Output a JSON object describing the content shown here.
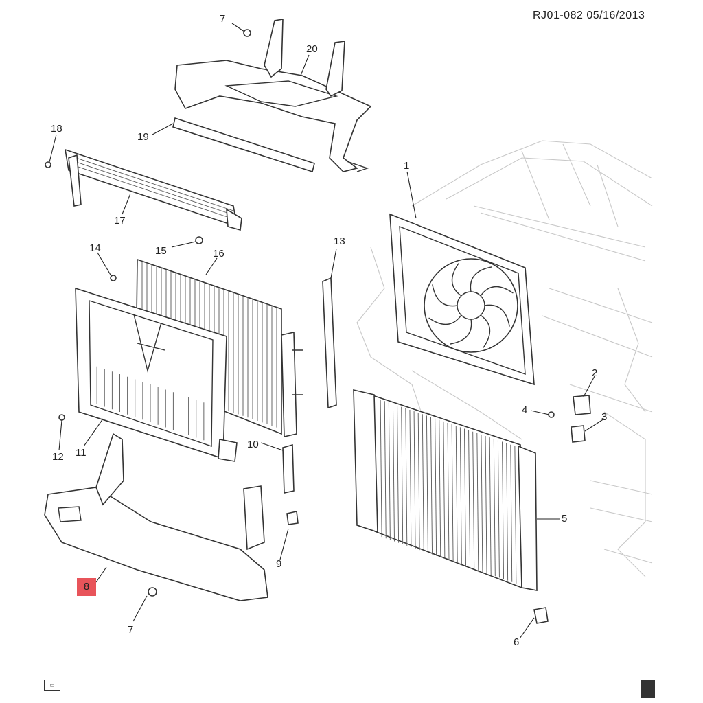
{
  "header": {
    "reference": "RJ01-082 05/16/2013"
  },
  "callouts": [
    {
      "id": "c1",
      "label": "1"
    },
    {
      "id": "c2",
      "label": "2"
    },
    {
      "id": "c3",
      "label": "3"
    },
    {
      "id": "c4",
      "label": "4"
    },
    {
      "id": "c5",
      "label": "5"
    },
    {
      "id": "c6",
      "label": "6"
    },
    {
      "id": "c7a",
      "label": "7"
    },
    {
      "id": "c7b",
      "label": "7"
    },
    {
      "id": "c8",
      "label": "8"
    },
    {
      "id": "c9",
      "label": "9"
    },
    {
      "id": "c10",
      "label": "10"
    },
    {
      "id": "c11",
      "label": "11"
    },
    {
      "id": "c12",
      "label": "12"
    },
    {
      "id": "c13",
      "label": "13"
    },
    {
      "id": "c14",
      "label": "14"
    },
    {
      "id": "c15",
      "label": "15"
    },
    {
      "id": "c16",
      "label": "16"
    },
    {
      "id": "c17",
      "label": "17"
    },
    {
      "id": "c18",
      "label": "18"
    },
    {
      "id": "c19",
      "label": "19"
    },
    {
      "id": "c20",
      "label": "20"
    }
  ],
  "highlight": {
    "label": "8",
    "color": "#e8545a"
  },
  "icons": {
    "bottom_left": "front-of-vehicle-icon",
    "bottom_right": "book-reference-icon"
  }
}
